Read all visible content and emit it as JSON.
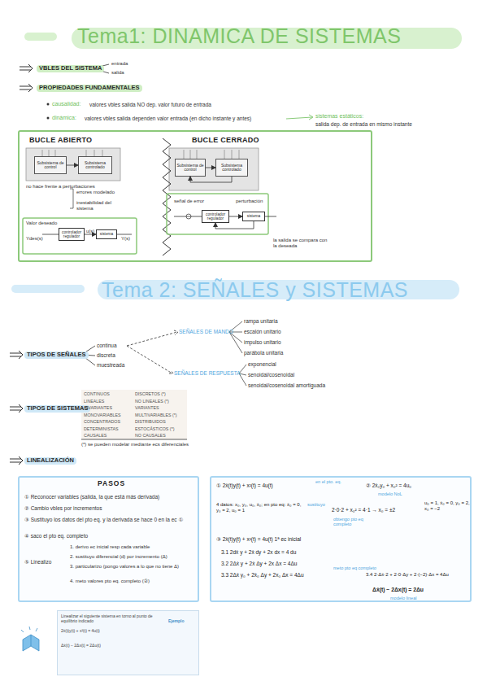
{
  "diagram": {
    "title": "Tema1: DINAMICA DE SISTEMAS",
    "nodes": [
      {
        "text": [
          "BUCLE ABIERTO",
          "BUCLE CERRADO"
        ]
      },
      {
        "text": [
          "Subsistema de control"
        ],
        "in": 0
      },
      {
        "text": [
          "Subsistema controlado"
        ],
        "in": 0
      },
      {
        "text": [
          "controlador regulador"
        ],
        "in": 0
      },
      {
        "text": [
          "sistema"
        ],
        "in": 0
      },
      {
        "text": [
          "Subsistema de control"
        ],
        "in": 0
      },
      {
        "text": [
          "Subsistema controlado"
        ],
        "in": 0
      },
      {
        "text": [
          "controlador regulador"
        ],
        "in": 0
      },
      {
        "text": [
          "sistema"
        ],
        "in": 0
      },
      {
        "text": [
          "PASOS",
          "① Reconocer variables (salida, la que está más derivada)",
          "② Cambio vbles por incrementos",
          "③ Sustituyo los datos del pto eq. y la derivada se hace 0 en la ec ①",
          "④ saco el pto eq. completo",
          "⑤ Linealizo",
          "1. derivo ec inicial resp cada variable",
          "2. sustituyo diferencial (d) por incremento (Δ)",
          "3. particularizo (pongo valores a lo que no tiene Δ)",
          "4. meto valores pto eq. completo (②)"
        ]
      },
      {
        "text": [
          "① 2ẋ(t)y(t) + x²(t) = 4u(t)",
          "en el pto. eq.",
          "② 2ẋ₀y₀ + x₀² = 4u₀",
          "modelo NoL",
          "4 datos: x₀, y₀, u₀, ẋ₀; en pto eq: ẋ₀ = 0, y₀ = 2, u₀ = 1",
          "sustituyo",
          "2·0·2 + x₀² = 4·1 → x₀ = ±2",
          "obtengo pto eq completo",
          "u₀ = 1, ẋ₀ = 0, y₀ = 2, x₀ = −2",
          "③ 2ẋ(t)y(t) + x²(t) = 4u(t) 1ª ec inicial",
          "3.1 2dẋ y + 2ẋ dy + 2x dx = 4 du",
          "3.2 2Δẋ y + 2ẋ Δy + 2x Δx = 4Δu",
          "3.3 2Δẋ y₀ + 2ẋ₀ Δy + 2x₀ Δx = 4Δu",
          "meto pto eq completo",
          "3.4 2·Δẋ·2 + 2·0·Δy + 2·(−2)·Δx = 4Δu",
          "Δẋ(t) − 2Δx(t) = 2Δu",
          "modelo lineal"
        ]
      },
      {
        "text": [
          "Linealizar el siguiente sistema en torno al punto de equilibrio indicado",
          "2ẋ(t)y(t) + x²(t) = 4u(t)",
          "Ejemplo",
          "Δẋ(t) − 2Δx(t) = 2Δu(t)"
        ]
      }
    ],
    "edges": [
      {
        "from": 1,
        "to": 2,
        "arrow": "to"
      },
      {
        "from": 3,
        "to": 4,
        "arrow": "to"
      },
      {
        "from": 5,
        "to": 6,
        "arrow": "to"
      },
      {
        "from": 6,
        "to": 5,
        "arrow": "to"
      },
      {
        "from": 7,
        "to": 8,
        "arrow": "to"
      },
      {
        "from": 8,
        "to": 7,
        "arrow": "to"
      }
    ],
    "labels": [
      "VBLES DEL SISTEMA",
      "entrada",
      "salida",
      "PROPIEDADES FUNDAMENTALES",
      "causalidad:",
      "valores vbles salida NO dep. valor futuro de entrada",
      "dinámica:",
      "valores vbles salida dependen valor entrada (en dicho instante y antes)",
      "sistemas estáticos:",
      "salida dep. de entrada en mismo instante",
      "no hace frente a perturbaciones",
      "errores modelado",
      "inestabilidad del sistema",
      "Valor deseado",
      "Ydes(s)",
      "u(s)",
      "Y(s)",
      "señal de error",
      "perturbación",
      "la salida se compara con la deseada",
      "Tema 2: SEÑALES y SISTEMAS",
      "TIPOS DE SEÑALES",
      "continua",
      "discreta",
      "muestreada",
      "SEÑALES DE MANDO",
      "rampa unitaria",
      "escalón unitario",
      "impulso unitario",
      "parábola unitaria",
      "SEÑALES DE RESPUESTA",
      "exponencial",
      "senoidal/cosenoidal",
      "senoidal/cosenoidal amortiguada",
      "TIPOS DE SISTEMAS",
      "CONTINUOS",
      "DISCRETOS (*)",
      "LINEALES",
      "NO LINEALES (*)",
      "INVARIANTES",
      "VARIANTES",
      "MONOVARIABLES",
      "MULTIVARIABLES (*)",
      "CONCENTRADOS",
      "DISTRIBUIDOS",
      "DETERMINISTAS",
      "ESTOCÁSTICOS (*)",
      "CAUSALES",
      "NO CAUSALES",
      "(*) se pueden modelar mediante ecs diferenciales",
      "LINEALIZACIÓN"
    ]
  }
}
